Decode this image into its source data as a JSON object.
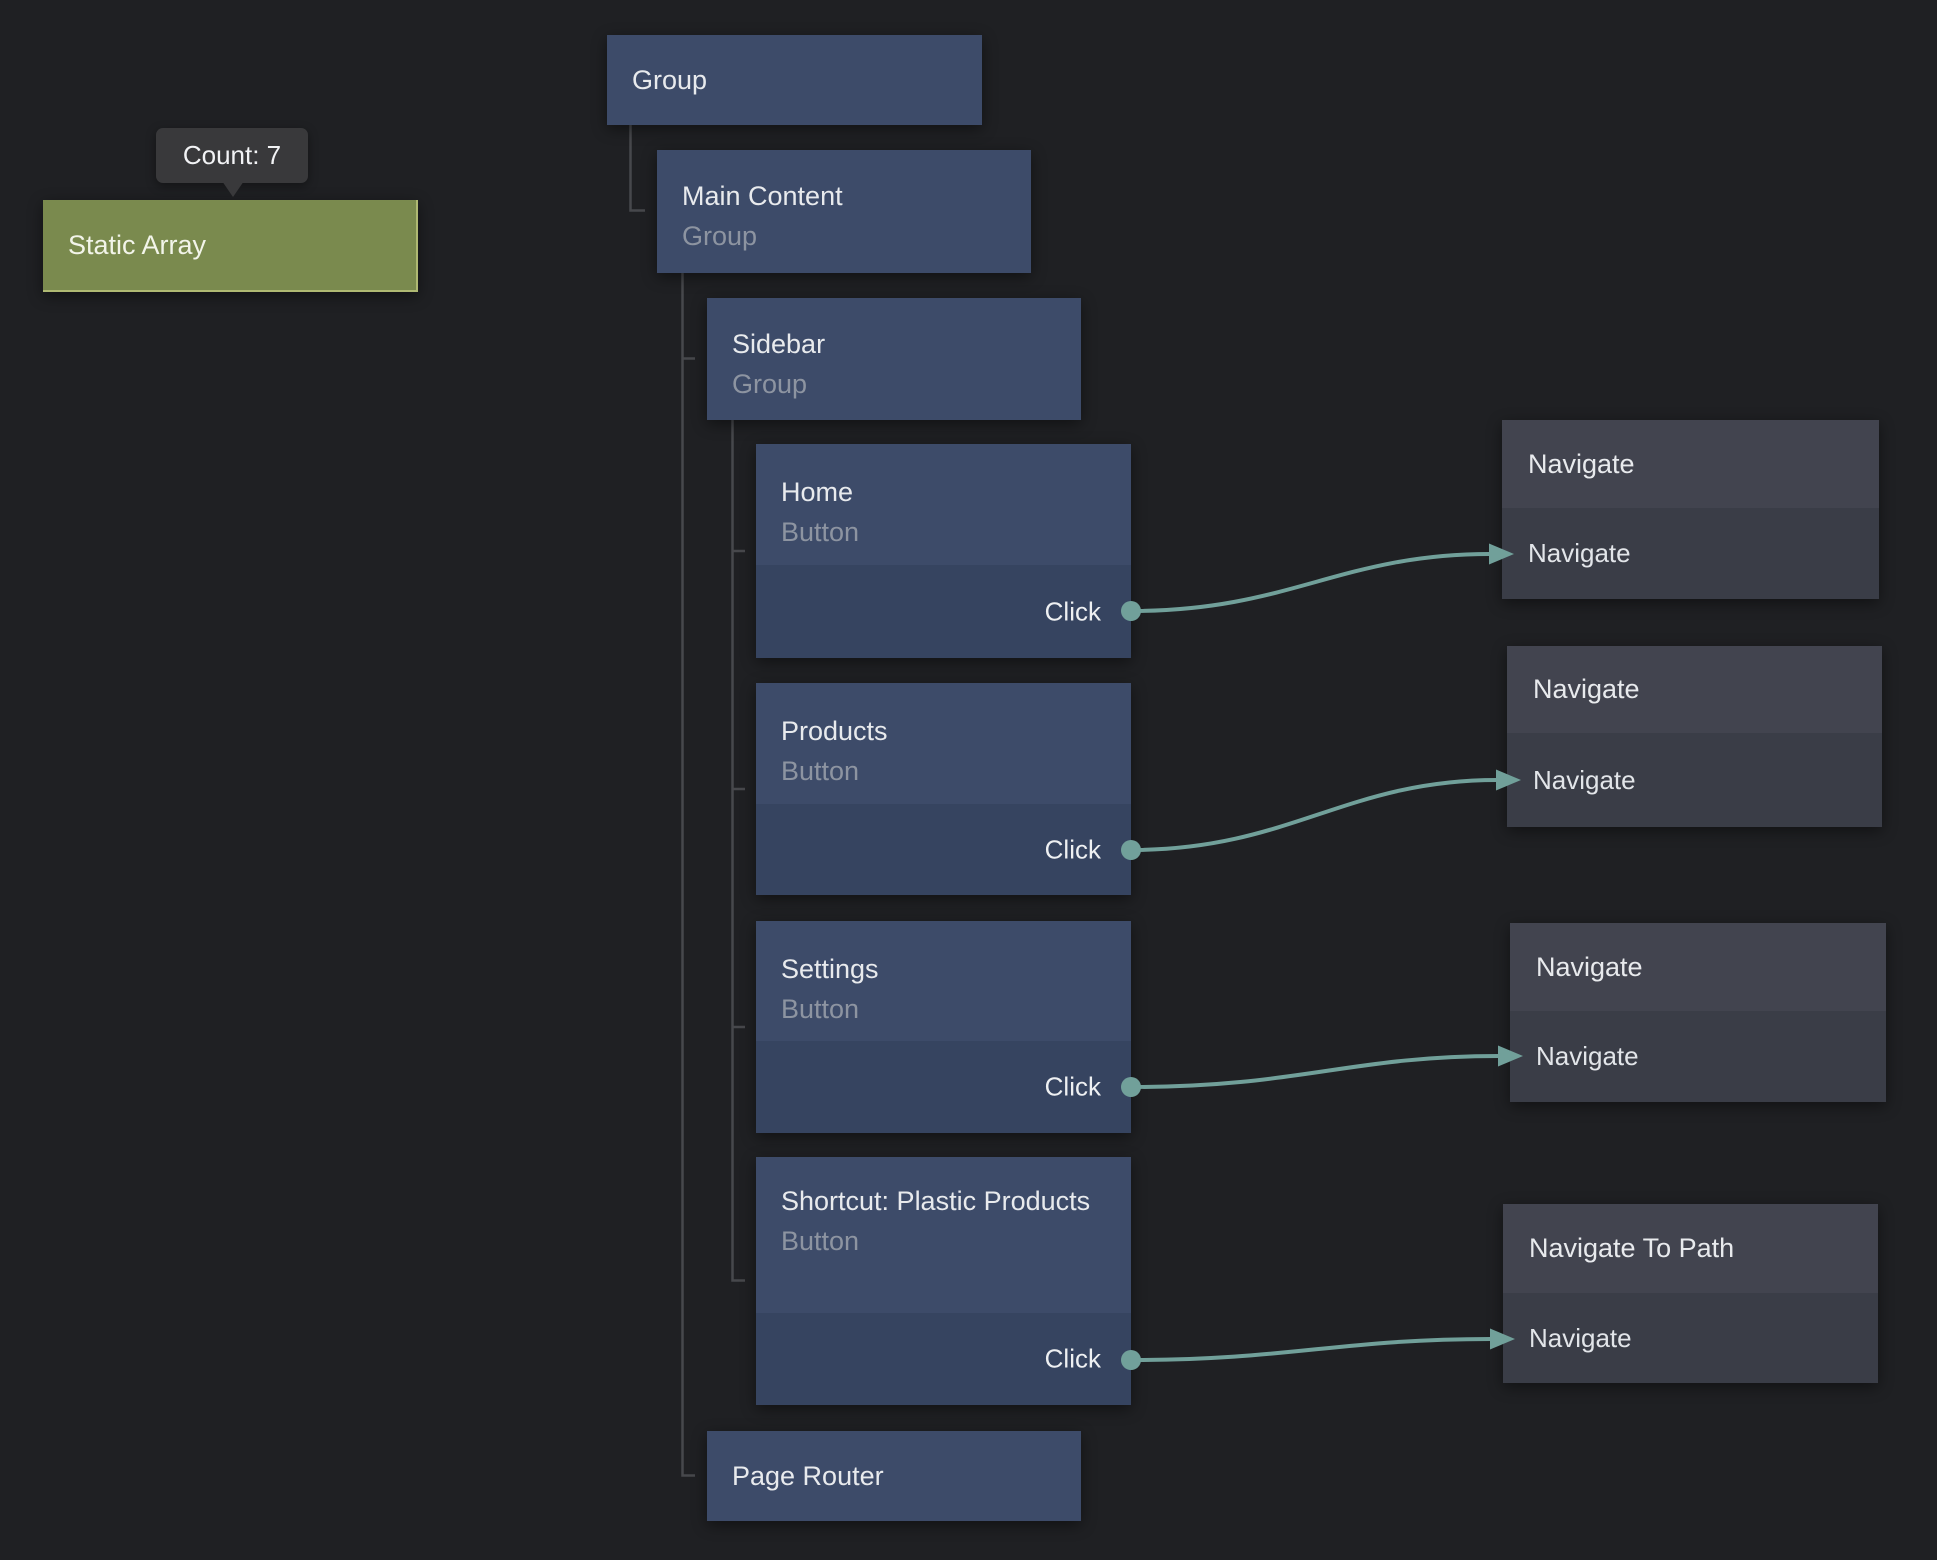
{
  "tooltip": {
    "text": "Count: 7"
  },
  "nodes": {
    "static_array": {
      "title": "Static Array"
    },
    "group": {
      "title": "Group"
    },
    "main_content": {
      "title": "Main Content",
      "subtitle": "Group"
    },
    "sidebar": {
      "title": "Sidebar",
      "subtitle": "Group"
    },
    "home": {
      "title": "Home",
      "subtitle": "Button",
      "output": "Click"
    },
    "products": {
      "title": "Products",
      "subtitle": "Button",
      "output": "Click"
    },
    "settings": {
      "title": "Settings",
      "subtitle": "Button",
      "output": "Click"
    },
    "shortcut_plastic_products": {
      "title": "Shortcut: Plastic Products",
      "subtitle": "Button",
      "output": "Click"
    },
    "page_router": {
      "title": "Page Router"
    },
    "navigate_1": {
      "title": "Navigate",
      "input": "Navigate"
    },
    "navigate_2": {
      "title": "Navigate",
      "input": "Navigate"
    },
    "navigate_3": {
      "title": "Navigate",
      "input": "Navigate"
    },
    "navigate_to_path": {
      "title": "Navigate To Path",
      "input": "Navigate"
    }
  },
  "colors": {
    "background": "#1f2023",
    "node_blue": "#3d4b69",
    "node_blue_footer": "#364460",
    "node_gray_header": "#42444f",
    "node_gray_body": "#3a3d47",
    "node_green": "#7a8a4e",
    "edge_teal": "#71a09a",
    "tree_line": "#47484c",
    "tooltip_bg": "#39393b"
  }
}
